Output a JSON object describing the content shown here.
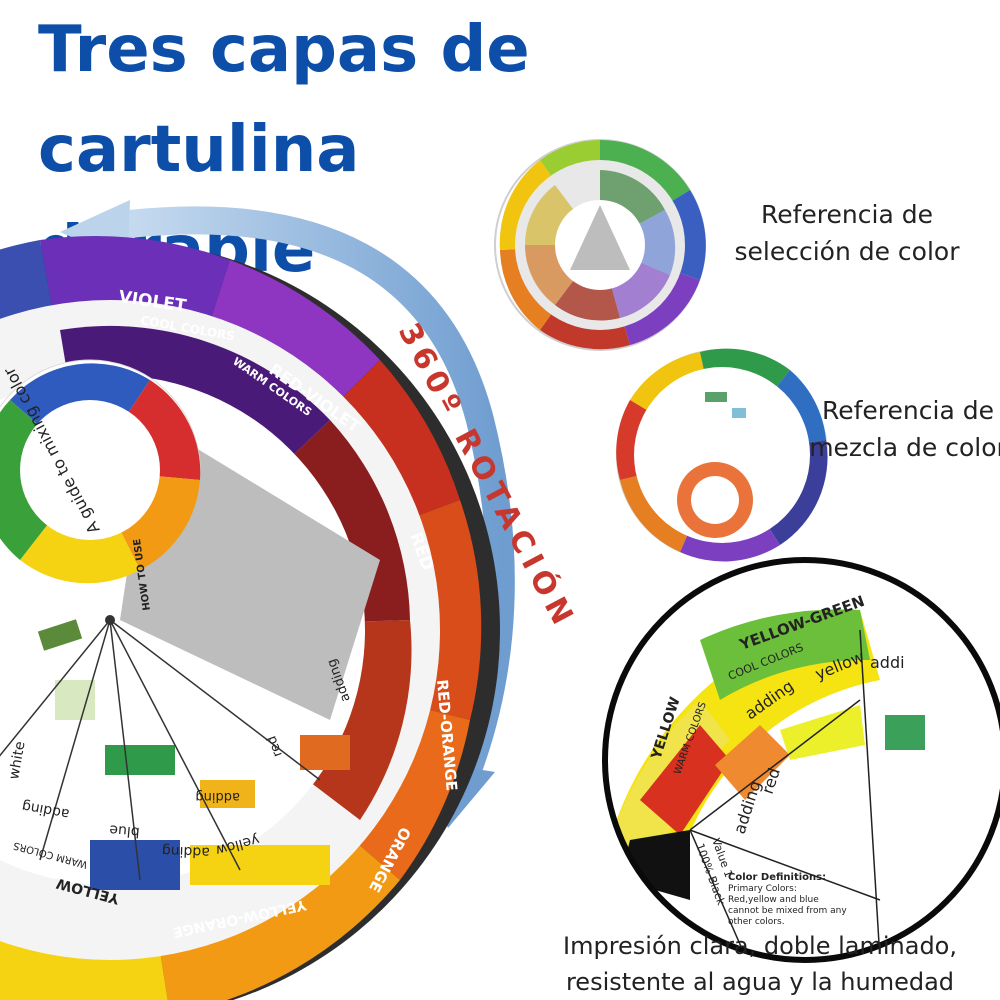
{
  "headline": {
    "line1": "Tres capas de cartulina",
    "line2": "durable"
  },
  "rotation_label": "360º ROTACIÓN",
  "captions": {
    "selection": "Referencia de selección de color",
    "mixing": "Referencia de mezcla de color",
    "print": "Impresión clara, doble laminado, resistente al agua y la humedad"
  },
  "big_wheel": {
    "segments": [
      "VIOLET",
      "RED-VIOLET",
      "RED",
      "RED-ORANGE",
      "ORANGE",
      "YELLOW-ORANGE",
      "YELLOW"
    ],
    "sublabels": [
      "COOL COLORS",
      "WARM COLORS",
      "WARM COLORS"
    ],
    "inner_words": [
      "white",
      "adding",
      "blue",
      "adding",
      "yellow",
      "adding",
      "red",
      "adding"
    ],
    "center_title": "A guide to mixing color",
    "how_to_use": "HOW TO USE"
  },
  "zoom_wheel": {
    "segments": [
      "YELLOW-GREEN",
      "YELLOW"
    ],
    "sublabels": [
      "COOL COLORS",
      "WARM COLORS"
    ],
    "words": [
      "adding",
      "yellow",
      "adding",
      "red",
      "addi"
    ],
    "black_label": "100% Black",
    "value_label": "Value 1",
    "definitions_title": "Color Definitions:",
    "definitions_text": "Primary Colors: Red,yellow and blue cannot be mixed from any other colors."
  },
  "colors": {
    "headline": "#0d4fa8",
    "arrow_blue": "#5b8fc9",
    "rotation_red": "#c8372d"
  }
}
